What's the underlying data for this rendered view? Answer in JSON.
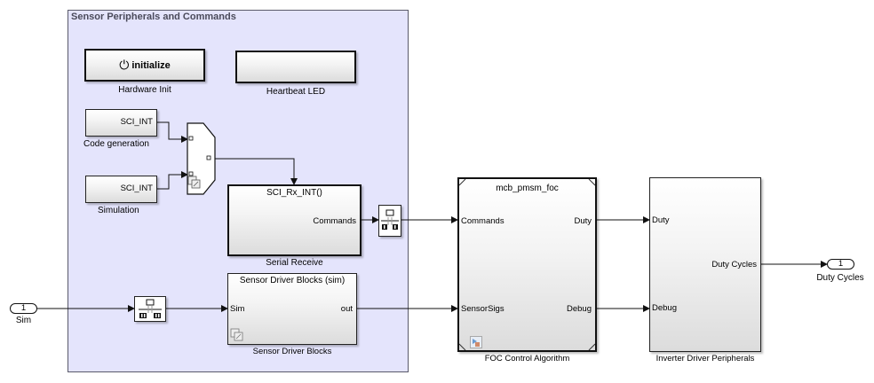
{
  "area": {
    "title": "Sensor Peripherals and Commands"
  },
  "blocks": {
    "hardware_init": {
      "content": "initialize",
      "label": "Hardware Init",
      "icon": "power-icon"
    },
    "heartbeat_led": {
      "label": "Heartbeat LED"
    },
    "code_generation": {
      "port": "SCI_INT",
      "label": "Code generation"
    },
    "simulation": {
      "port": "SCI_INT",
      "label": "Simulation"
    },
    "variant_merge": {
      "icon": "variant-icon"
    },
    "serial_receive": {
      "title": "SCI_Rx_INT()",
      "port_out": "Commands",
      "label": "Serial Receive"
    },
    "rate_transition_1": {
      "icon": "rate-transition-icon"
    },
    "rate_transition_2": {
      "icon": "rate-transition-icon"
    },
    "sensor_driver": {
      "title": "Sensor Driver Blocks (sim)",
      "port_in": "Sim",
      "port_out": "out",
      "label": "Sensor Driver Blocks"
    },
    "foc": {
      "title": "mcb_pmsm_foc",
      "ports_in": [
        "Commands",
        "SensorSigs"
      ],
      "ports_out": [
        "Duty",
        "Debug"
      ],
      "label": "FOC Control Algorithm"
    },
    "inverter": {
      "ports_in": [
        "Duty",
        "Debug"
      ],
      "port_out": "Duty Cycles",
      "label": "Inverter Driver Peripherals"
    }
  },
  "inport": {
    "number": "1",
    "label": "Sim"
  },
  "outport": {
    "number": "1",
    "label": "Duty Cycles"
  }
}
